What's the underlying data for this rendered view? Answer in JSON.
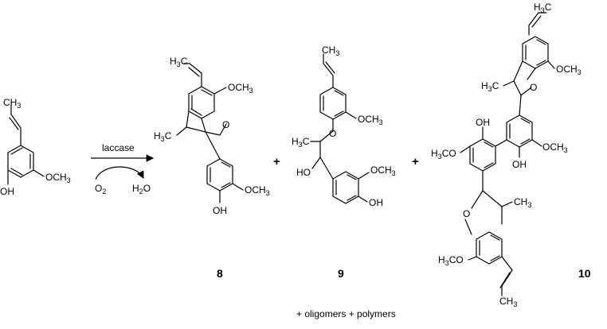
{
  "reagent": {
    "catalyst": "laccase",
    "o2": "O2",
    "h2o": "H2O"
  },
  "plus_sign": "+",
  "footer": "+ oligomers + polymers",
  "compounds": [
    {
      "label": "8"
    },
    {
      "label": "9"
    },
    {
      "label": "10"
    }
  ],
  "groups": {
    "ome": "OCH3",
    "h3co": "H3CO",
    "oh": "OH",
    "ho": "HO",
    "ch3": "CH3",
    "h3c": "H3C",
    "o": "O"
  }
}
